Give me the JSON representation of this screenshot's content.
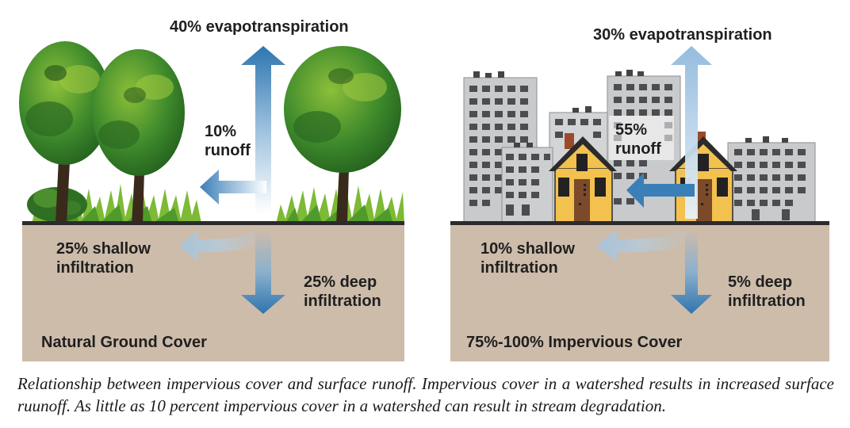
{
  "panels": {
    "natural": {
      "evapotranspiration": "40% evapotranspiration",
      "runoff_line1": "10%",
      "runoff_line2": "runoff",
      "shallow_line1": "25% shallow",
      "shallow_line2": "infiltration",
      "deep_line1": "25% deep",
      "deep_line2": "infiltration",
      "title": "Natural Ground Cover"
    },
    "impervious": {
      "evapotranspiration": "30% evapotranspiration",
      "runoff_line1": "55%",
      "runoff_line2": "runoff",
      "shallow_line1": "10% shallow",
      "shallow_line2": "infiltration",
      "deep_line1": "5% deep",
      "deep_line2": "infiltration",
      "title": "75%-100% Impervious Cover"
    }
  },
  "caption": "Relationship between impervious cover and surface runoff. Impervious cover in a watershed results in increased surface ruunoff. As little as 10 percent impervious cover in a watershed can result in stream degradation.",
  "colors": {
    "soil": "#cdbcaa",
    "ground_line": "#2b2b2b",
    "arrow_blue": "#3d7fb3",
    "grass": "#6fae2e",
    "tree_green": "#3f8a2e",
    "building_gray": "#c9cacc",
    "house_yellow": "#f2c14e"
  }
}
